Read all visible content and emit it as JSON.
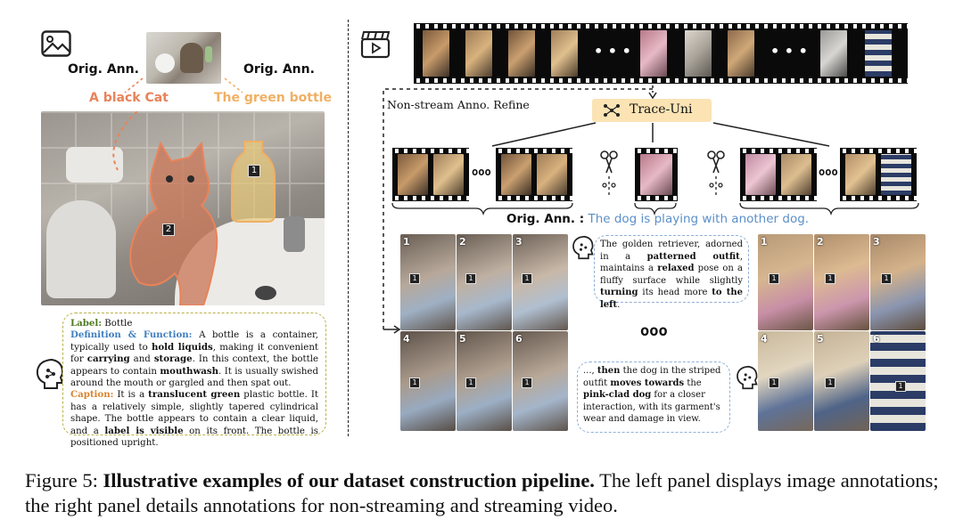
{
  "left_panel": {
    "orig_ann_left": "Orig. Ann.",
    "orig_ann_right": "Orig. Ann.",
    "ann_cat": "A black Cat",
    "ann_bottle": "The green bottle",
    "mask_label_1": "1",
    "mask_label_2": "2",
    "annotation": {
      "label_key": "Label:",
      "label_val": "Bottle",
      "def_key": "Definition & Function:",
      "def_text_1": "A bottle is a container, typically used to ",
      "def_b1": "hold liquids",
      "def_text_2": ", making it convenient for ",
      "def_b2": "carrying",
      "def_text_3": " and ",
      "def_b3": "storage",
      "def_text_4": ". In this context, the bottle appears to contain ",
      "def_b4": "mouthwash",
      "def_text_5": ". It is usually swished around the mouth or gargled and then spat out.",
      "cap_key": "Caption:",
      "cap_text_1": "It is a ",
      "cap_b1": "translucent green",
      "cap_text_2": " plastic bottle. It has a relatively simple, slightly tapered cylindrical shape. The bottle appears to contain a clear liquid, and a ",
      "cap_b2": "label is visible",
      "cap_text_3": " on its front. The bottle is positioned upright."
    }
  },
  "right_panel": {
    "dots": "• • •",
    "non_stream_label": "Non-stream Anno. Refine",
    "trace_uni": "Trace-Uni",
    "small_dots": "ooo",
    "orig_ann_key": "Orig. Ann. :",
    "orig_ann_val": "The dog is playing with another dog.",
    "grid_left_nums": [
      "1",
      "2",
      "3",
      "4",
      "5",
      "6"
    ],
    "grid_right_nums": [
      "1",
      "2",
      "3",
      "4",
      "5",
      "6"
    ],
    "bubble_top": {
      "t1": "The golden retriever, adorned in a ",
      "b1": "patterned outfit",
      "t2": ", maintains a ",
      "b2": "relaxed",
      "t3": " pose on a fluffy surface while slightly ",
      "b3": "turning",
      "t4": " its head more ",
      "b4": "to the left",
      "t5": "."
    },
    "middle_dots": "ooo",
    "bubble_bottom": {
      "t1": "..., ",
      "b1": "then",
      "t2": " the dog in the striped outfit ",
      "b2": "moves towards",
      "t3": " the ",
      "b3": "pink-clad dog",
      "t4": " for a closer interaction, with its garment's wear and damage in view."
    }
  },
  "caption": {
    "prefix": "Figure 5: ",
    "bold": "Illustrative examples of our dataset construction pipeline.",
    "rest": " The left panel displays image annotations; the right panel details annotations for non-streaming and streaming video."
  },
  "colors": {
    "cat_orange": "#e9835a",
    "bottle_amber": "#f0b064",
    "blue_accent": "#5b8fc9",
    "box_green": "#9bbf5a",
    "trace_bg": "#fbe3b4"
  }
}
